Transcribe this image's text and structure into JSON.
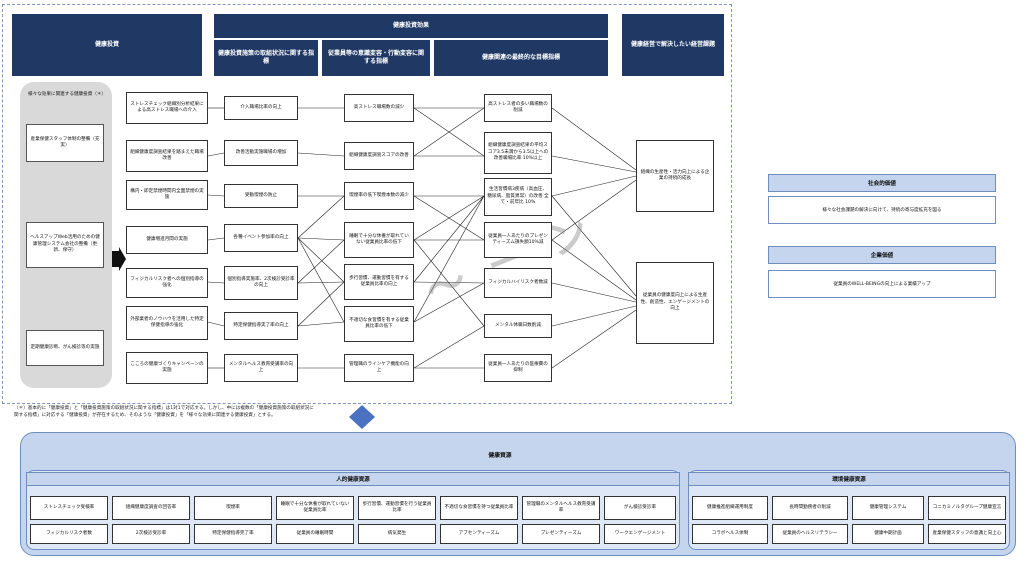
{
  "headers": {
    "investment": "健康投資",
    "effect": "健康投資効果",
    "effect_sub1": "健康投資施策の取組状況に関する指標",
    "effect_sub2": "従業員等の意識変容・行動変容に関する指標",
    "effect_sub3": "健康関連の最終的な目標指標",
    "goal": "健康経営で解決したい経営課題"
  },
  "left_panel": {
    "items": [
      "様々な効果に関連する健康投資（＊）",
      "産業保健スタッフ体制の整備（充実）",
      "ヘルスアップWeb活用のための健康管理システム会社の整備（更新、保守）",
      "定期健康診断、がん検診等の実施"
    ]
  },
  "col1": [
    "ストレスチェック組織別分析結果による高ストレス職場への介入",
    "組織健康度調査結果を踏まえた職場改善",
    "構内・即定禁煙時間内全面禁煙の実施",
    "健康増進月間の実施",
    "フィジカルリスク者への個別指導の強化",
    "外部業者のノウハウを活用した特定保健指導の強化",
    "こころの健康づくりキャンペーンの実施"
  ],
  "col2": [
    "介入職場比率の向上",
    "改善活動実施職場の増加",
    "受動喫煙の防止",
    "各種イベント参加率の向上",
    "個別指導実施率、2次検診受診率の向上",
    "特定保健指導実了率の向上",
    "メンタルヘルス教育受講率の向上"
  ],
  "col3": [
    "高ストレス職場数の減少",
    "組織健康度調査スコアの改善",
    "喫煙率の低下喫煙本数の減少",
    "睡眠で十分な休養が取れていない従業員比率の低下",
    "歩行習慣、運動習慣を有する従業員比率の向上",
    "不適切な食習慣を有する従業員比率の低下",
    "管理職のラインケア機能の向上"
  ],
  "col4": [
    "高ストレス者の多い職場数の削減",
    "組織健康度調査結果の平均スコア3.5未満から3.5以上への改善職場比率 10%以上",
    "生活習慣病3疾病（高血圧、糖尿病、脂質異常）の改善 全て・前年比 10%",
    "従業員一人あたりのプレゼンティーズム損失額10%減",
    "フィジカルハイリスク者数減",
    "メンタル休職日数削減",
    "従業員一人あたりの医療費の抑制"
  ],
  "col5": [
    "組織の生産性・活力向上による企業の持続的成長",
    "従業員の健康度向上による生産性、創造性、エンゲージメントの向上"
  ],
  "values": {
    "social_title": "社会的価値",
    "social_text": "様々な社会課題の解決に向けて、持続の寄与度拡充を図る",
    "corporate_title": "企業価値",
    "corporate_text": "従業員のWELL-BEINGの向上による業績アップ"
  },
  "note": "（＊）基本的に「健康投資」と「健康投資施策の取組状況に関する指標」は1対1で対応する。しかし、中には複数の「健康投資施策の取組状況に関する指標」に対応する「健康投資」が存在するため、そのような「健康投資」を「様々な効果に関連する健康投資」とする。",
  "resources": {
    "title": "健康資源",
    "human_title": "人的健康資源",
    "env_title": "環境健康資源",
    "human_row1": [
      "ストレスチェック受検率",
      "組織健康度調査の回答率",
      "喫煙率",
      "睡眠で十分な休養が取れていない従業員比率",
      "歩行習慣、運動習慣を行う従業員比率",
      "不適切な食習慣を持つ従業員比率",
      "管理職のメンタルヘルス教育受講率",
      "がん検診受診率"
    ],
    "human_row2": [
      "フィジカルリスク者数",
      "2次検診受診率",
      "特定保健指導完了率",
      "従業員の睡眠時間",
      "病気発生",
      "アブセンティーズム",
      "プレゼンティーズム",
      "ワークエンゲージメント"
    ],
    "env_row1": [
      "健康推進組織運用制度",
      "長時間勤務者の削減",
      "健康管理システム",
      "コニカミノルタグループ健康宣言"
    ],
    "env_row2": [
      "コラボヘルス体制",
      "従業員のヘルスリテラシー",
      "健康中期計画",
      "産業保健スタッフの意識と向上心"
    ]
  }
}
